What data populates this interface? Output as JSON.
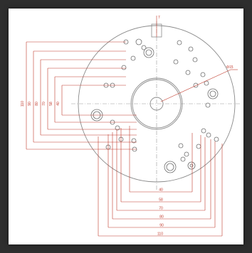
{
  "colors": {
    "background": "#2e2e2e",
    "paper": "#ffffff",
    "outline": "#8a8a8a",
    "dimension": "#c0392b",
    "centerline": "#9a9a9a"
  },
  "drawing": {
    "top_label": "7",
    "diameter_label": "Φ15",
    "left_dims": [
      "110",
      "90",
      "80",
      "70",
      "58",
      "40"
    ],
    "bottom_dims": [
      "40",
      "58",
      "70",
      "80",
      "90",
      "110"
    ]
  }
}
